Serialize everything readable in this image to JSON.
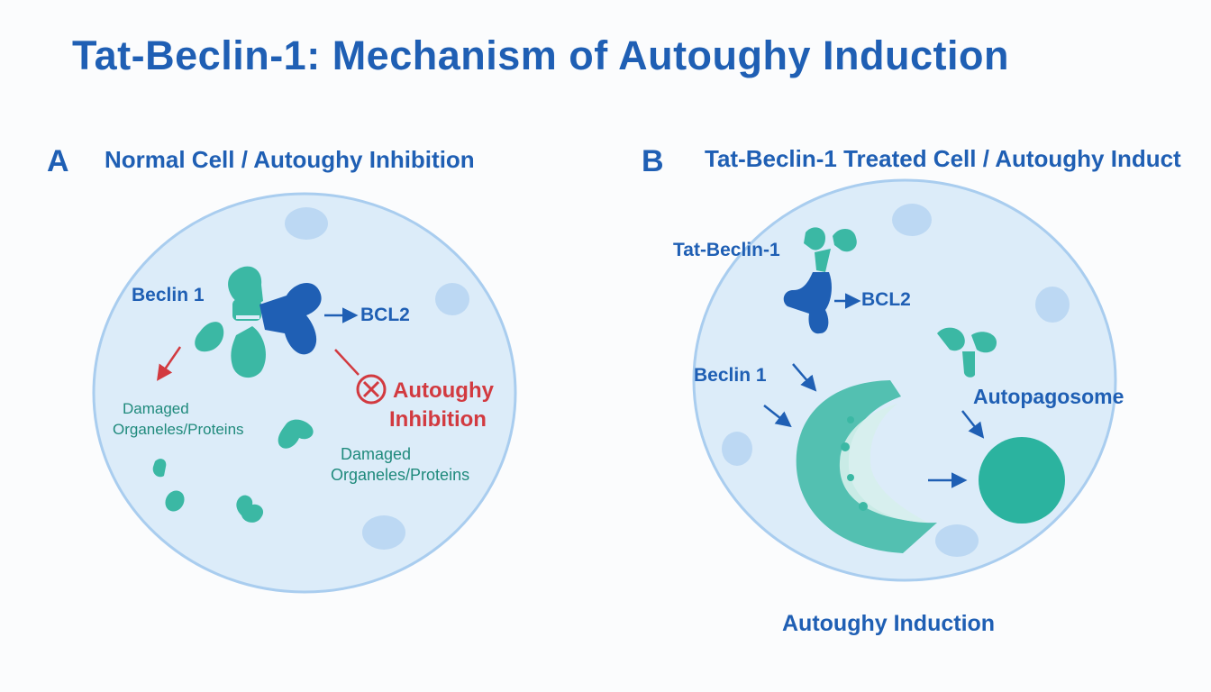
{
  "title": "Tat-Beclin-1: Mechanism of Autoughy Induction",
  "colors": {
    "title_blue": "#1f5fb4",
    "teal": "#3bb8a4",
    "dark_blue": "#1f5fb4",
    "cell_fill": "#dcecf9",
    "cell_border": "#a9cdef",
    "inhibition_red": "#d23a40"
  },
  "panel_a": {
    "letter": "A",
    "heading": "Normal Cell / Autoughy Inhibition",
    "labels": {
      "beclin": "Beclin 1",
      "bcl2": "BCL2",
      "damaged_1_line1": "Damaged",
      "damaged_1_line2": "Organeles/Proteins",
      "inhibition_line1": "Autoughy",
      "inhibition_line2": "Inhibition",
      "damaged_2_line1": "Damaged",
      "damaged_2_line2": "Organeles/Proteins"
    },
    "icons": [
      "inhibition-x-icon"
    ]
  },
  "panel_b": {
    "letter": "B",
    "heading": "Tat-Beclin-1 Treated Cell / Autoughy Induct",
    "labels": {
      "tat_beclin": "Tat-Beclin-1",
      "bcl2": "BCL2",
      "beclin": "Beclin 1",
      "autopagosome": "Autopagosome",
      "induction": "Autoughy Induction"
    }
  }
}
